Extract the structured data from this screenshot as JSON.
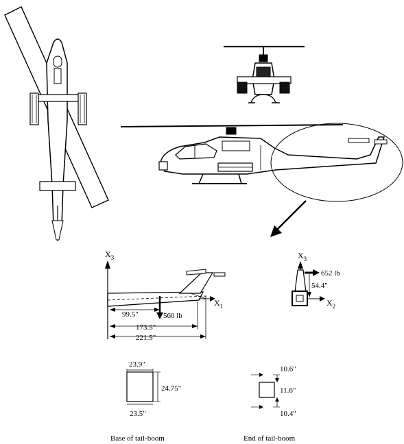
{
  "tailboom_side": {
    "x3_axis": "X",
    "x3_sub": "3",
    "x1_axis": "X",
    "x1_sub": "1",
    "dim_1": "99.5\"",
    "dim_2": "173.5\"",
    "dim_3": "221.5\"",
    "load": "560 lb"
  },
  "tailboom_end": {
    "x3_axis": "X",
    "x3_sub": "3",
    "x2_axis": "X",
    "x2_sub": "2",
    "load": "652 lb",
    "height": "54.4\""
  },
  "base_section": {
    "top": "23.9\"",
    "right": "24.75\"",
    "bottom": "23.5\"",
    "caption": "Base of tail-boom"
  },
  "end_section": {
    "top": "10.6\"",
    "middle": "11.6\"",
    "bottom": "10.4\"",
    "caption": "End of tail-boom"
  }
}
